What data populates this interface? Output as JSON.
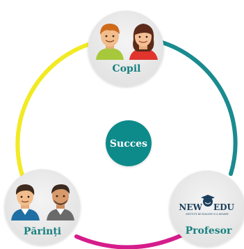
{
  "center": {
    "label": "Succes",
    "color": "#0e8a8a"
  },
  "nodes": {
    "top": {
      "label": "Copil",
      "label_color": "#17807f"
    },
    "bottom_left": {
      "label": "Părinți",
      "label_color": "#17807f"
    },
    "bottom_right": {
      "label": "Profesor",
      "label_color": "#17807f"
    }
  },
  "logo": {
    "brand_left": "NEW",
    "brand_right": "EDU",
    "tagline": "INSTITUTE DE EDUCATIE SI & INOVARE"
  },
  "arcs": {
    "left_color": "#f2ea23",
    "right_color": "#1a8b8f",
    "bottom_color": "#d51c8b"
  },
  "icons": {
    "top": [
      "boy-avatar-icon",
      "girl-avatar-icon"
    ],
    "bottom_left": [
      "man-avatar-icon",
      "man-avatar-icon"
    ]
  }
}
